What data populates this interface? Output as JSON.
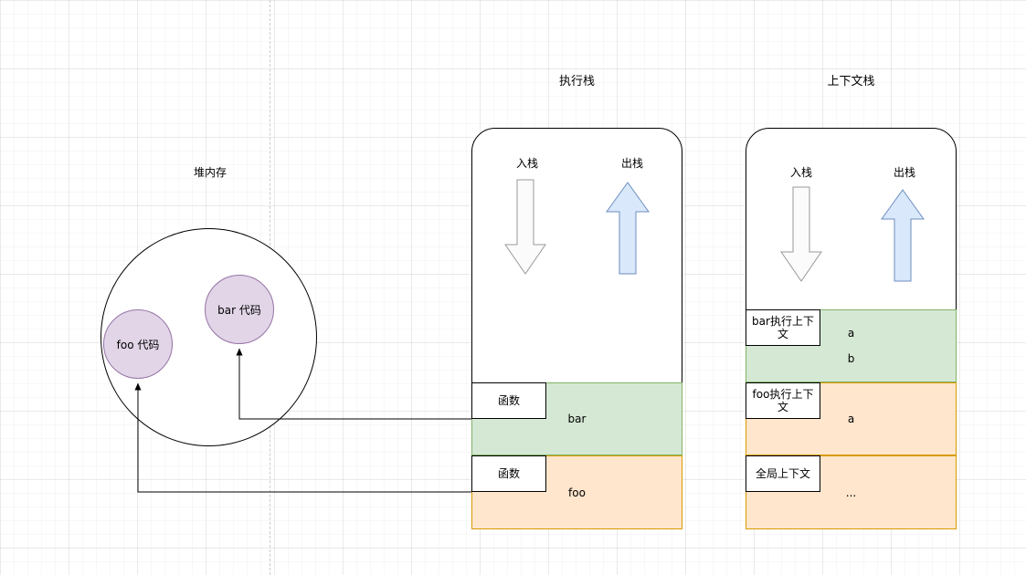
{
  "heap": {
    "title": "堆内存",
    "bar_circle_label": "bar 代码",
    "foo_circle_label": "foo 代码"
  },
  "execution_stack": {
    "title": "执行栈",
    "push_label": "入栈",
    "pop_label": "出栈",
    "rows": [
      {
        "box_label": "函数",
        "value": "bar",
        "color": "green"
      },
      {
        "box_label": "函数",
        "value": "foo",
        "color": "orange"
      }
    ]
  },
  "context_stack": {
    "title": "上下文栈",
    "push_label": "入栈",
    "pop_label": "出栈",
    "rows": [
      {
        "box_label": "bar执行上下文",
        "values": [
          "a",
          "b"
        ],
        "color": "green"
      },
      {
        "box_label": "foo执行上下文",
        "values": [
          "a"
        ],
        "color": "orange"
      },
      {
        "box_label": "全局上下文",
        "values": [
          "..."
        ],
        "color": "orange"
      }
    ]
  },
  "colors": {
    "purple_fill": "#e1d5e7",
    "purple_stroke": "#9673a6",
    "blue_arrow_fill": "#dae8fc",
    "blue_arrow_stroke": "#6c8ebf",
    "gray_arrow_fill": "#fbfbfb",
    "gray_arrow_stroke": "#999999",
    "green_fill": "#d5e8d4",
    "green_stroke": "#82b366",
    "orange_fill": "#ffe6cc",
    "orange_stroke": "#d79b00",
    "connector_stroke": "#000000"
  }
}
